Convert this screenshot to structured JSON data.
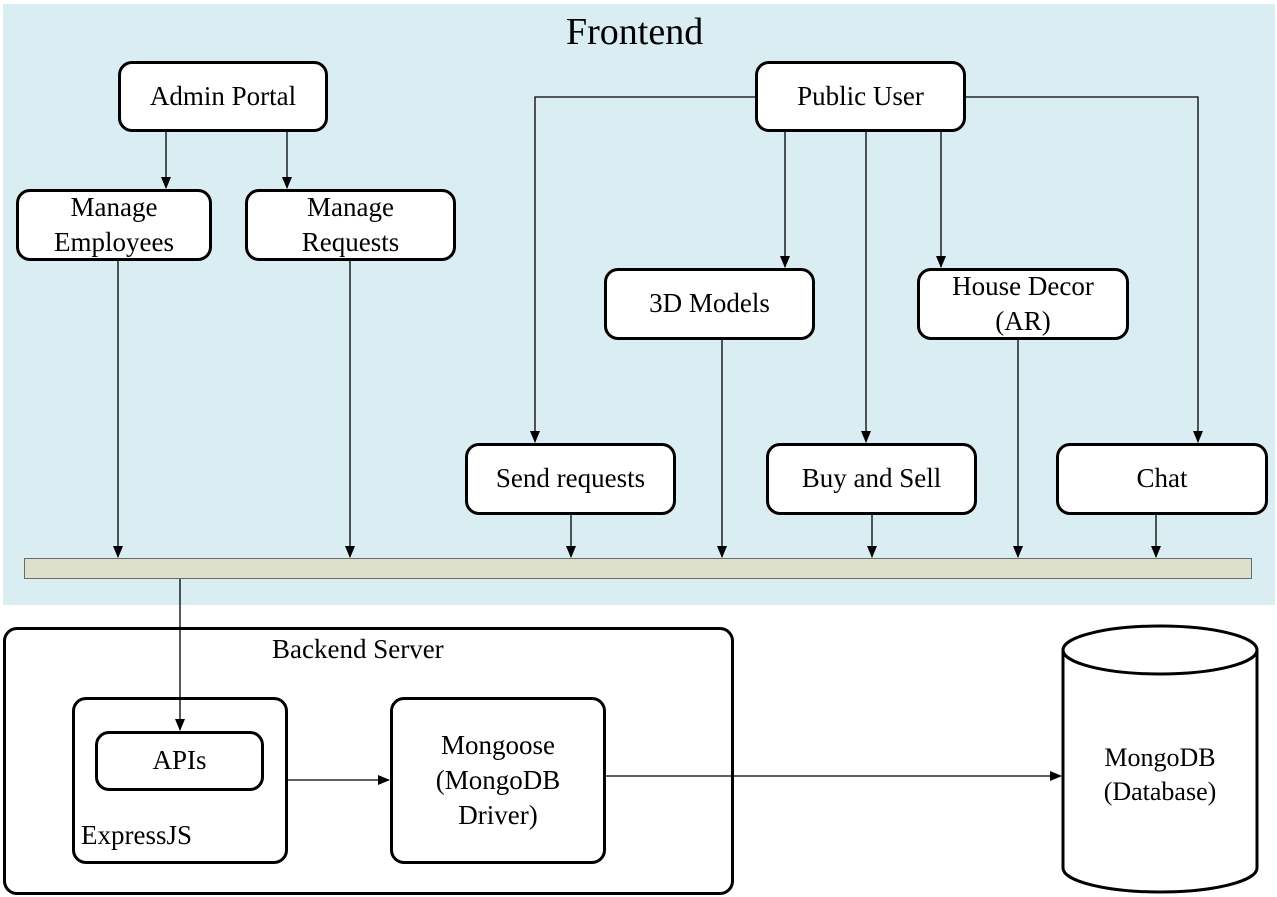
{
  "frontend": {
    "title": "Frontend",
    "admin_portal": "Admin Portal",
    "manage_employees": "Manage\nEmployees",
    "manage_requests": "Manage\nRequests",
    "public_user": "Public User",
    "models_3d": "3D Models",
    "house_decor": "House Decor\n(AR)",
    "send_requests": "Send requests",
    "buy_and_sell": "Buy and Sell",
    "chat": "Chat"
  },
  "backend": {
    "title": "Backend Server",
    "apis": "APIs",
    "expressjs": "ExpressJS",
    "mongoose": "Mongoose\n(MongoDB\nDriver)"
  },
  "database": {
    "label": "MongoDB\n(Database)"
  },
  "colors": {
    "frontend_bg": "#daedf3",
    "bus_bar": "#dde0cd",
    "stroke": "#000000"
  }
}
